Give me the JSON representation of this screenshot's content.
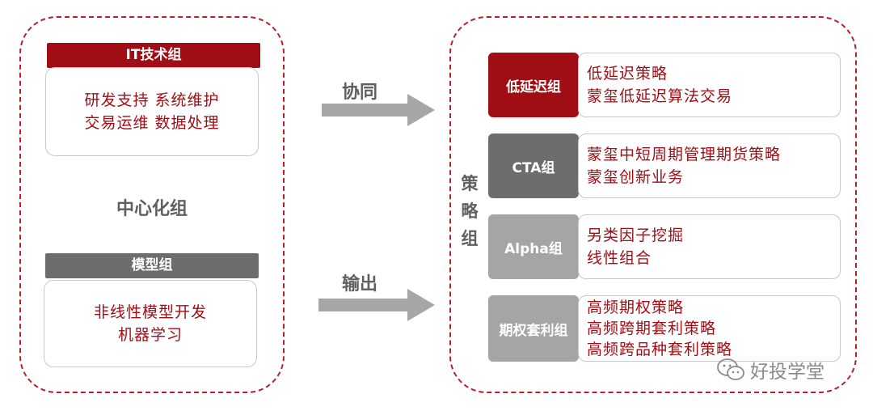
{
  "left_panel": {
    "it_group": {
      "title": "IT技术组",
      "lines": [
        "研发支持 系统维护",
        "交易运维 数据处理"
      ]
    },
    "center_label": "中心化组",
    "model_group": {
      "title": "模型组",
      "lines": [
        "非线性模型开发",
        "机器学习"
      ]
    }
  },
  "arrows": {
    "collab_label": "协同",
    "output_label": "输出"
  },
  "right_panel": {
    "label_chars": [
      "策",
      "略",
      "组"
    ],
    "groups": [
      {
        "name": "低延迟组",
        "color": "#a10d14",
        "items": [
          "低延迟策略",
          "蒙玺低延迟算法交易"
        ]
      },
      {
        "name": "CTA组",
        "color": "#6d6d6d",
        "items": [
          "蒙玺中短周期管理期货策略",
          "蒙玺创新业务"
        ]
      },
      {
        "name": "Alpha组",
        "color": "#a5a5a5",
        "items": [
          "另类因子挖掘",
          "线性组合"
        ]
      },
      {
        "name": "期权套利组",
        "color": "#a5a5a5",
        "items": [
          "高频期权策略",
          "高频跨期套利策略",
          "高频跨品种套利策略"
        ]
      }
    ]
  },
  "watermark": {
    "icon": "wechat-icon",
    "text": "好投学堂"
  }
}
